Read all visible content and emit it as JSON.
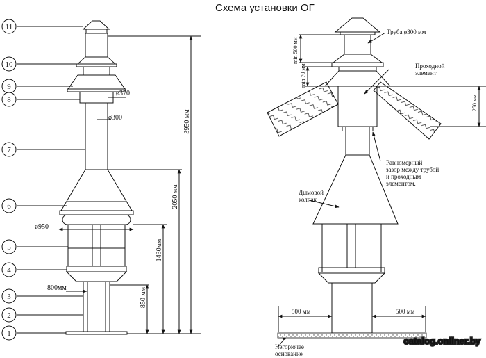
{
  "title": "Схема установки ОГ",
  "left": {
    "callouts": [
      "11",
      "10",
      "9",
      "8",
      "7",
      "6",
      "5",
      "4",
      "3",
      "2",
      "1"
    ],
    "dims": {
      "d370": "ø370",
      "d300": "ø300",
      "d950": "ø950",
      "w800": "800мм",
      "h3950": "3950 мм",
      "h2050": "2050 мм",
      "h1430": "1430мм",
      "h850": "850 мм"
    }
  },
  "right": {
    "labels": {
      "pipe": "Труба ø300 мм",
      "pass1": "Проходной",
      "pass2": "элемент",
      "gap1": "Равномерный",
      "gap2": "зазор между трубой",
      "gap3": "и проходным",
      "gap4": "элементом.",
      "hood1": "Дымовой",
      "hood2": "колпак",
      "base1": "Негорючее",
      "base2": "основание"
    },
    "dims": {
      "min500": "min 500 мм",
      "min70": "min 70 мм",
      "h250": "250 мм",
      "w500a": "500 мм",
      "w500b": "500 мм"
    }
  },
  "watermark": "catalog.onliner.by"
}
